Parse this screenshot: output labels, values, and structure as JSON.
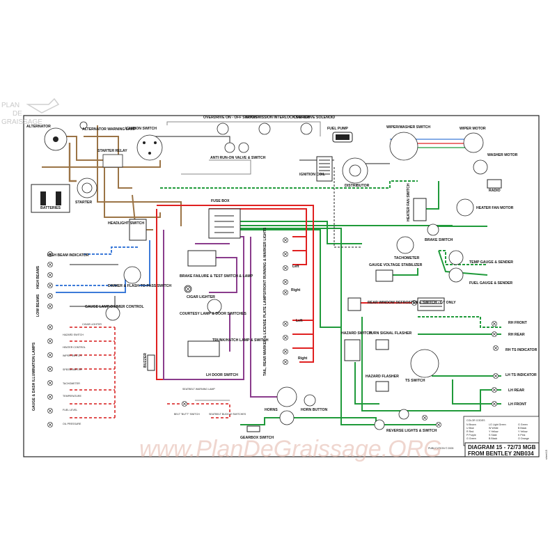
{
  "logo": {
    "line1": "PLAN",
    "line2": "DE",
    "line3": "GRAISSAGE"
  },
  "watermark": "www.PlanDeGraissage.ORG",
  "title": {
    "line1": "DIAGRAM 15 - 72/73 MGB",
    "line2": "FROM BENTLEY 2NB034"
  },
  "publisher": "PUBLICATION © 2005",
  "sheet_label": "sheet 15",
  "labels": {
    "alternator": "ALTERNATOR",
    "alt_warning": "ALTERNATOR WARNING LAMP",
    "ignition_switch": "IGNITION SWITCH",
    "starter_relay": "STARTER RELAY",
    "batteries": "BATTERIES",
    "starter": "STARTER",
    "overdrive_switch": "OVERDRIVE ON - OFF SWITCH",
    "transmission_switch": "TRANSMISSION INTERLOCK SWITCH",
    "overdrive_solenoid": "OVERDRIVE SOLENOID",
    "fuel_pump": "FUEL PUMP",
    "anti_runon": "ANTI RUN-ON VALVE & SWITCH",
    "ignition_coil": "IGNITION COIL",
    "distributor": "DISTRIBUTOR",
    "wiper_switch": "WIPER/WASHER SWITCH",
    "wiper_motor": "WIPER MOTOR",
    "washer_motor": "WASHER MOTOR",
    "radio": "RADIO",
    "heater_switch": "HEATER FAN SWITCH",
    "heater_motor": "HEATER FAN MOTOR",
    "fuse_box": "FUSE BOX",
    "headlight_switch": "HEADLIGHT SWITCH",
    "brake_switch": "BRAKE SWITCH",
    "tachometer": "TACHOMETER",
    "high_beam_indicator": "HIGH BEAM INDICATOR",
    "high_beams": "HIGH BEAMS",
    "low_beams": "LOW BEAMS",
    "dimmer": "DIMMER & FLASH-TO-PASS SWITCH",
    "brake_failure": "BRAKE FAILURE & TEST SWITCH & LAMP",
    "cigar_lighter": "CIGAR LIGHTER",
    "gauge_stabilizer": "GAUGE VOLTAGE STABILIZER",
    "temp_gauge": "TEMP GAUGE & SENDER",
    "fuel_gauge": "FUEL GAUGE & SENDER",
    "gauge_dimmer": "GAUGE LAMP DIMMER CONTROL",
    "courtesy_lamp": "COURTESY LAMP & DOOR SWITCHES",
    "rear_defroster": "REAR WINDOW DEFROSTER & SWITCH - GT ONLY",
    "front_running": "FRONT RUNNING & MARKER LIGHTS",
    "tail_lamps": "TAIL, REAR MARKER & LICENSE PLATE LAMPS",
    "left": "Left",
    "right": "Right",
    "trunk_lamp": "TRUNK/HATCH LAMP & SWITCH",
    "hazard_switch": "HAZARD SWITCH",
    "turn_flasher": "TURN SIGNAL FLASHER",
    "hazard_flasher": "HAZARD FLASHER",
    "ts_switch": "TS SWITCH",
    "rh_front": "RH FRONT",
    "rh_rear": "RH REAR",
    "rh_ts_indicator": "RH TS INDICATOR",
    "lh_ts_indicator": "LH TS INDICATOR",
    "lh_rear": "LH REAR",
    "lh_front": "LH FRONT",
    "buzzer": "BUZZER",
    "lh_door_switch": "LH DOOR SWITCH",
    "seatbelt_lamp": "SEATBELT WARNING LAMP",
    "horns": "HORNS",
    "horn_button": "HORN BUTTON",
    "gearbox_switch": "GEARBOX SWITCH",
    "reverse_lights": "REVERSE LIGHTS & SWITCH",
    "gauge_dash_lamps": "GAUGE & DASH ILLUMINATION LAMPS",
    "belt_switch": "BELT \"BUTT\" SWITCH",
    "seatbelt_buckle": "SEATBELT BUCKLE SWITCHES",
    "cigar_lighter_lamp": "CIGAR LIGHTER",
    "hazard_sw_lamp": "HAZARD SWITCH",
    "heater_control": "HEATER CONTROL",
    "wiper_lamp": "WIPER SWITCH",
    "speedometer": "SPEEDOMETER",
    "tachometer_lamp": "TACHOMETER",
    "temperature": "TEMPERATURE",
    "fuel_level": "FUEL LEVEL",
    "oil_pressure": "OIL PRESSURE"
  },
  "color_codes": {
    "heading": "COLOR CODES",
    "left": [
      "N  Brown",
      "U  Blue",
      "R  Red",
      "P  Purple",
      "G  Green"
    ],
    "mid": [
      "LG  Light Green",
      "W  White",
      "Y  Yellow",
      "S  Slate",
      "B  Black"
    ],
    "right": [
      "G  Green",
      "B  Black",
      "Y  Yellow",
      "K  Pink",
      "O  Orange"
    ]
  },
  "colors": {
    "red": "#e02020",
    "purple": "#8a3c8c",
    "green": "#1f9a3a",
    "brown": "#9b7446",
    "blue": "#3c7ad8",
    "black": "#222222",
    "gray": "#8a8a8a",
    "dashed_red": "#e05050"
  }
}
